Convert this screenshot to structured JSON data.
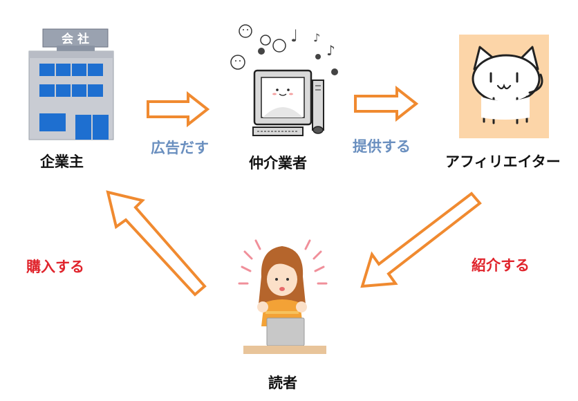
{
  "nodes": {
    "advertiser": "企業主",
    "intermediary": "仲介業者",
    "affiliate": "アフィリエイター",
    "reader": "読者"
  },
  "building_sign": "会 社",
  "edges": {
    "advertise": "広告だす",
    "provide": "提供する",
    "introduce": "紹介する",
    "purchase": "購入する"
  },
  "colors": {
    "arrow": "#f08a30",
    "edge_blue": "#6a8fbf",
    "edge_red": "#e0242c",
    "cat_bg": "#fcd5a8"
  }
}
